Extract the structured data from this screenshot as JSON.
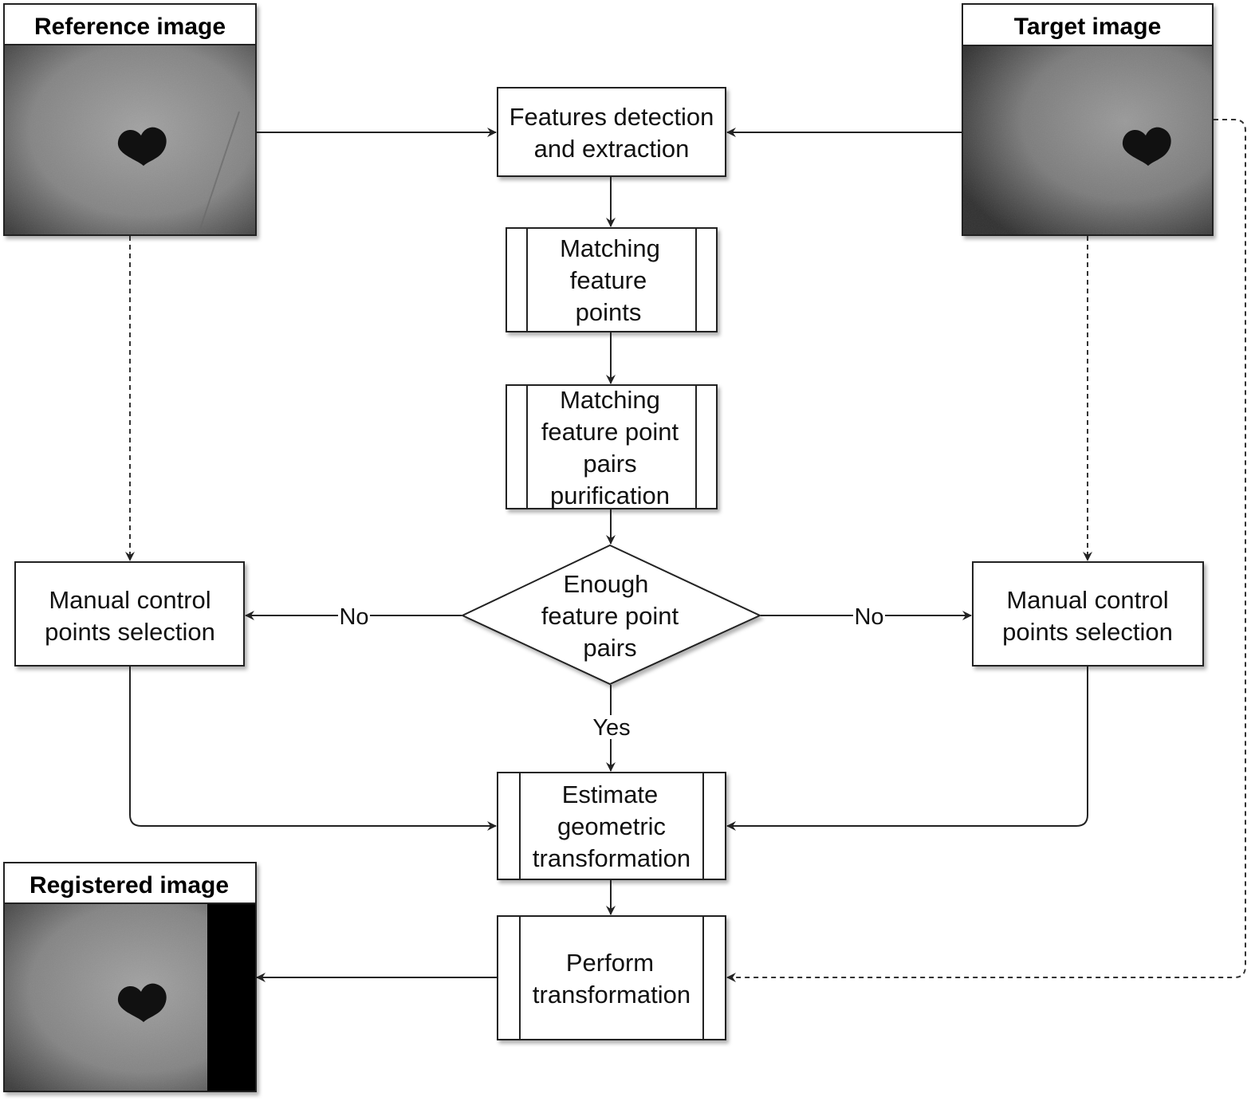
{
  "images": {
    "reference": {
      "title": "Reference image"
    },
    "target": {
      "title": "Target image"
    },
    "registered": {
      "title": "Registered image"
    }
  },
  "nodes": {
    "features": [
      "Features detection",
      "and extraction"
    ],
    "matching": [
      "Matching",
      "feature",
      "points"
    ],
    "purification": [
      "Matching",
      "feature point",
      "pairs",
      "purification"
    ],
    "decision": [
      "Enough",
      "feature point",
      "pairs"
    ],
    "manual_left": [
      "Manual control",
      "points selection"
    ],
    "manual_right": [
      "Manual control",
      "points selection"
    ],
    "estimate": [
      "Estimate",
      "geometric",
      "transformation"
    ],
    "perform": [
      "Perform",
      "transformation"
    ]
  },
  "edges": {
    "no_left": "No",
    "no_right": "No",
    "yes": "Yes"
  }
}
